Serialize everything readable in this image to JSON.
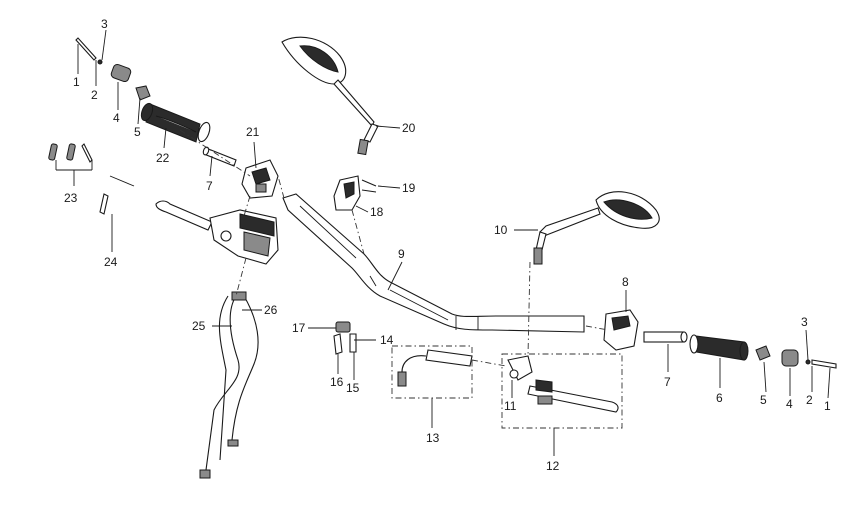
{
  "callouts": {
    "c1_left": "1",
    "c2_left": "2",
    "c3_left": "3",
    "c4_left": "4",
    "c5_left": "5",
    "c7_left": "7",
    "c21": "21",
    "c22": "22",
    "c20": "20",
    "c19": "19",
    "c18": "18",
    "c23": "23",
    "c24": "24",
    "c9": "9",
    "c10": "10",
    "c8": "8",
    "c26": "26",
    "c25": "25",
    "c17": "17",
    "c14": "14",
    "c16": "16",
    "c15": "15",
    "c13": "13",
    "c11": "11",
    "c12": "12",
    "c7_right": "7",
    "c6": "6",
    "c5_right": "5",
    "c4_right": "4",
    "c3_right": "3",
    "c2_right": "2",
    "c1_right": "1"
  }
}
